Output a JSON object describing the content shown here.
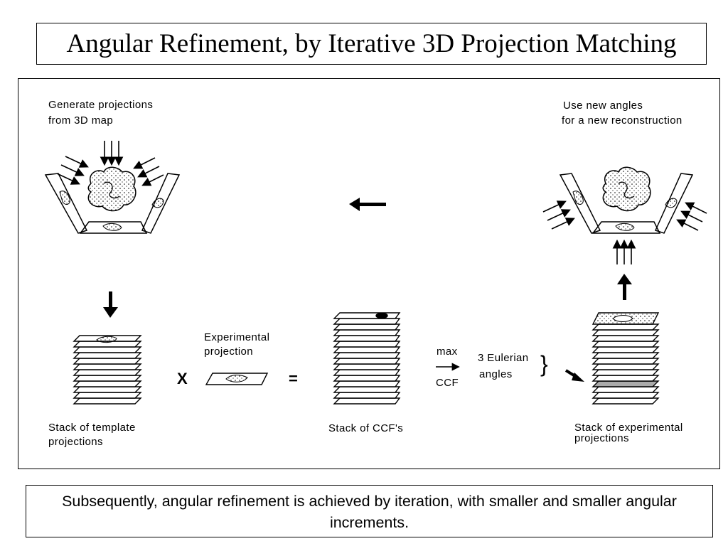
{
  "title": "Angular Refinement, by Iterative 3D Projection Matching",
  "labels": {
    "generate_l1": "Generate projections",
    "generate_l2": "from 3D map",
    "use_new_l1": "Use new angles",
    "use_new_l2": "for a new reconstruction",
    "exp_proj_l1": "Experimental",
    "exp_proj_l2": "projection",
    "stack_template_l1": "Stack of template",
    "stack_template_l2": "projections",
    "stack_ccf": "Stack of CCF's",
    "stack_exp_l1": "Stack of experimental",
    "stack_exp_l2": "projections",
    "max": "max",
    "ccf": "CCF",
    "eulerian_l1": "3 Eulerian",
    "eulerian_l2": "angles",
    "times": "X",
    "equals": "=",
    "brace": "}"
  },
  "caption": "Subsequently, angular refinement is achieved by iteration, with smaller and smaller angular increments."
}
